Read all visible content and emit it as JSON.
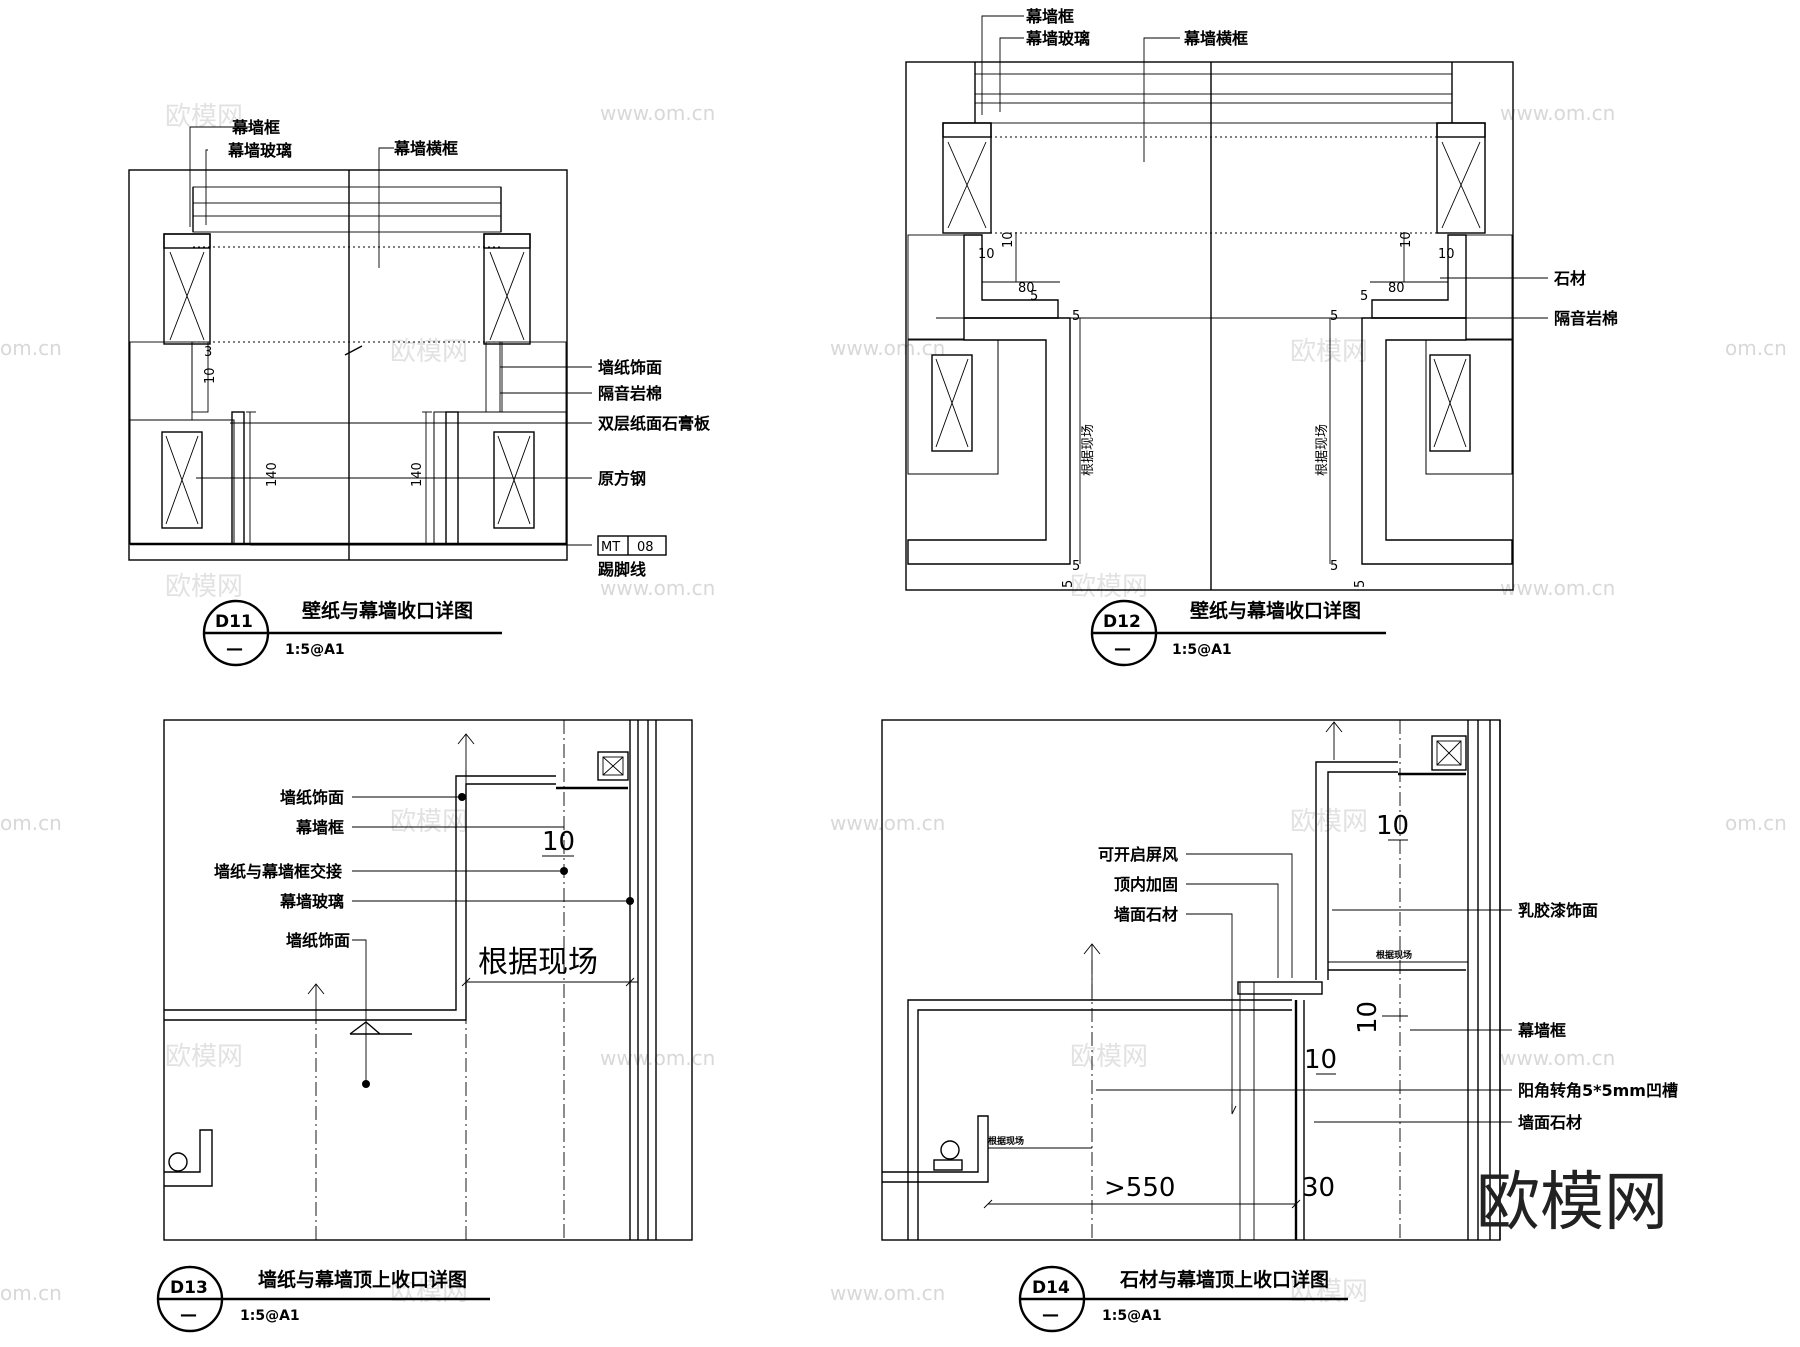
{
  "watermark": {
    "site": "www.om.cn",
    "site_edge": "om.cn",
    "brand": "欧模网"
  },
  "d11": {
    "code": "D11",
    "sub": "—",
    "title": "壁纸与幕墙收口详图",
    "scale": "1:5@A1",
    "labels": {
      "frame": "幕墙框",
      "glass": "幕墙玻璃",
      "transom": "幕墙横框",
      "wallpaper": "墙纸饰面",
      "rockwool": "隔音岩棉",
      "gypsum": "双层纸面石膏板",
      "steel": "原方钢",
      "skirting": "踢脚线"
    },
    "tag": {
      "left": "MT",
      "right": "08"
    },
    "dims": {
      "h1": "140",
      "h2": "140",
      "d1": "3",
      "d2": "10"
    }
  },
  "d12": {
    "code": "D12",
    "sub": "—",
    "title": "壁纸与幕墙收口详图",
    "scale": "1:5@A1",
    "labels": {
      "frame": "幕墙框",
      "glass": "幕墙玻璃",
      "transom": "幕墙横框",
      "stone": "石材",
      "rockwool": "隔音岩棉"
    },
    "dims": {
      "a": "10",
      "b": "10",
      "c": "80",
      "d": "5",
      "e": "5",
      "f": "10",
      "g": "10",
      "h": "80",
      "i": "5",
      "j": "5",
      "site_left": "根据现场",
      "site_right": "根据现场",
      "k": "5",
      "l": "5",
      "m": "5",
      "n": "5"
    }
  },
  "d13": {
    "code": "D13",
    "sub": "—",
    "title": "墙纸与幕墙顶上收口详图",
    "scale": "1:5@A1",
    "labels": {
      "wallpaper1": "墙纸饰面",
      "frame": "幕墙框",
      "joint": "墙纸与幕墙框交接",
      "glass": "幕墙玻璃",
      "wallpaper2": "墙纸饰面"
    },
    "dims": {
      "gap": "10",
      "site": "根据现场"
    }
  },
  "d14": {
    "code": "D14",
    "sub": "—",
    "title": "石材与幕墙顶上收口详图",
    "scale": "1:5@A1",
    "labels": {
      "screen": "可开启屏风",
      "reinforce": "顶内加固",
      "wallstone1": "墙面石材",
      "latex": "乳胶漆饰面",
      "frame": "幕墙框",
      "groove": "阳角转角5*5mm凹槽",
      "wallstone2": "墙面石材"
    },
    "dims": {
      "top": "10",
      "mid": "10",
      "low": "10",
      "site_top": "根据现场",
      "site_low": "根据现场",
      "min": ">550",
      "thick": "30"
    }
  }
}
